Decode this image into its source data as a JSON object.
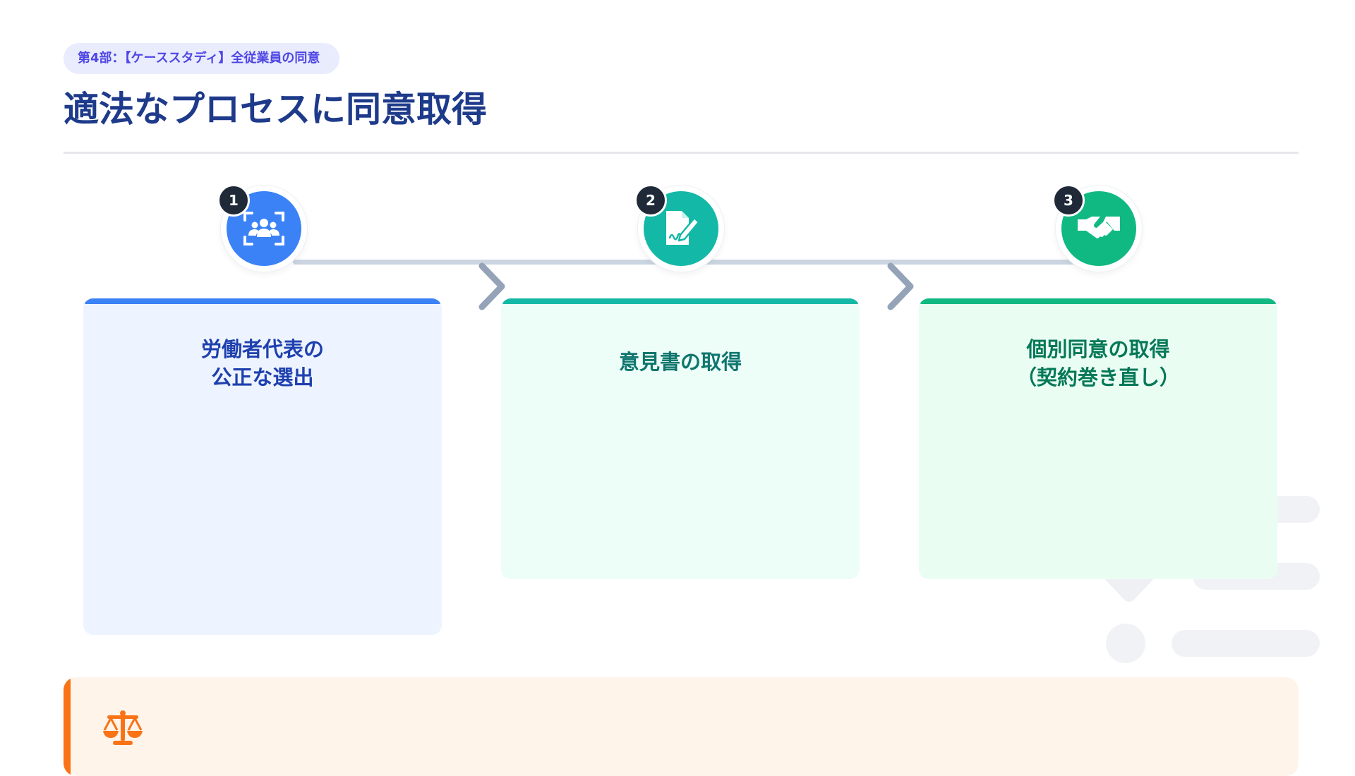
{
  "header": {
    "badge": "第4部：【ケーススタディ】全従業員の同意",
    "title": "適法なプロセスに同意取得"
  },
  "steps": [
    {
      "number": "1",
      "title_line1": "労働者代表の",
      "title_line2": "公正な選出",
      "icon": "people-scan-icon",
      "accent": "#3b82f6",
      "title_color": "#1e40af",
      "card_bg": "#eef4ff"
    },
    {
      "number": "2",
      "title_line1": "意見書の取得",
      "title_line2": "",
      "icon": "document-sign-icon",
      "accent": "#14b8a6",
      "title_color": "#0f766e",
      "card_bg": "#edfdf8"
    },
    {
      "number": "3",
      "title_line1": "個別同意の取得",
      "title_line2": "（契約巻き直し）",
      "icon": "handshake-icon",
      "accent": "#10b981",
      "title_color": "#047857",
      "card_bg": "#eafdf3"
    }
  ],
  "note": {
    "icon": "balance-scale-icon",
    "accent": "#f97316"
  }
}
